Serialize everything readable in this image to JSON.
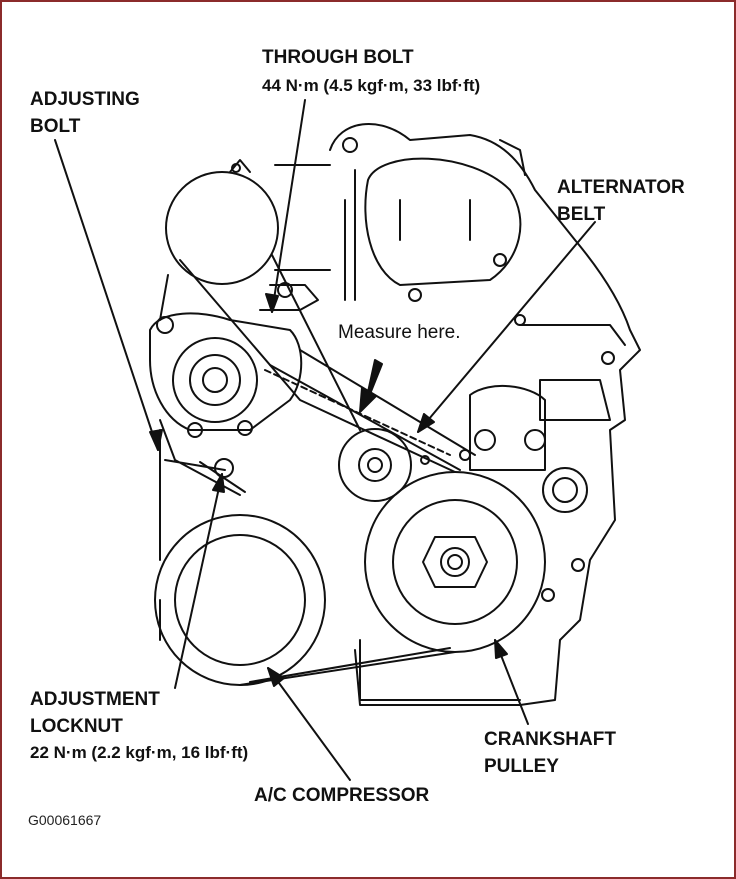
{
  "labels": {
    "through_bolt_title": "THROUGH BOLT",
    "through_bolt_torque": "44 N·m (4.5 kgf·m, 33 lbf·ft)",
    "adjusting_bolt_line1": "ADJUSTING",
    "adjusting_bolt_line2": "BOLT",
    "alternator_belt_line1": "ALTERNATOR",
    "alternator_belt_line2": "BELT",
    "measure_here": "Measure here.",
    "adjustment_locknut_line1": "ADJUSTMENT",
    "adjustment_locknut_line2": "LOCKNUT",
    "adjustment_locknut_torque": "22 N·m (2.2 kgf·m, 16 lbf·ft)",
    "crankshaft_pulley_line1": "CRANKSHAFT",
    "crankshaft_pulley_line2": "PULLEY",
    "ac_compressor": "A/C COMPRESSOR",
    "figure_code": "G00061667"
  },
  "colors": {
    "frame": "#8b2b2b",
    "ink": "#111111"
  }
}
